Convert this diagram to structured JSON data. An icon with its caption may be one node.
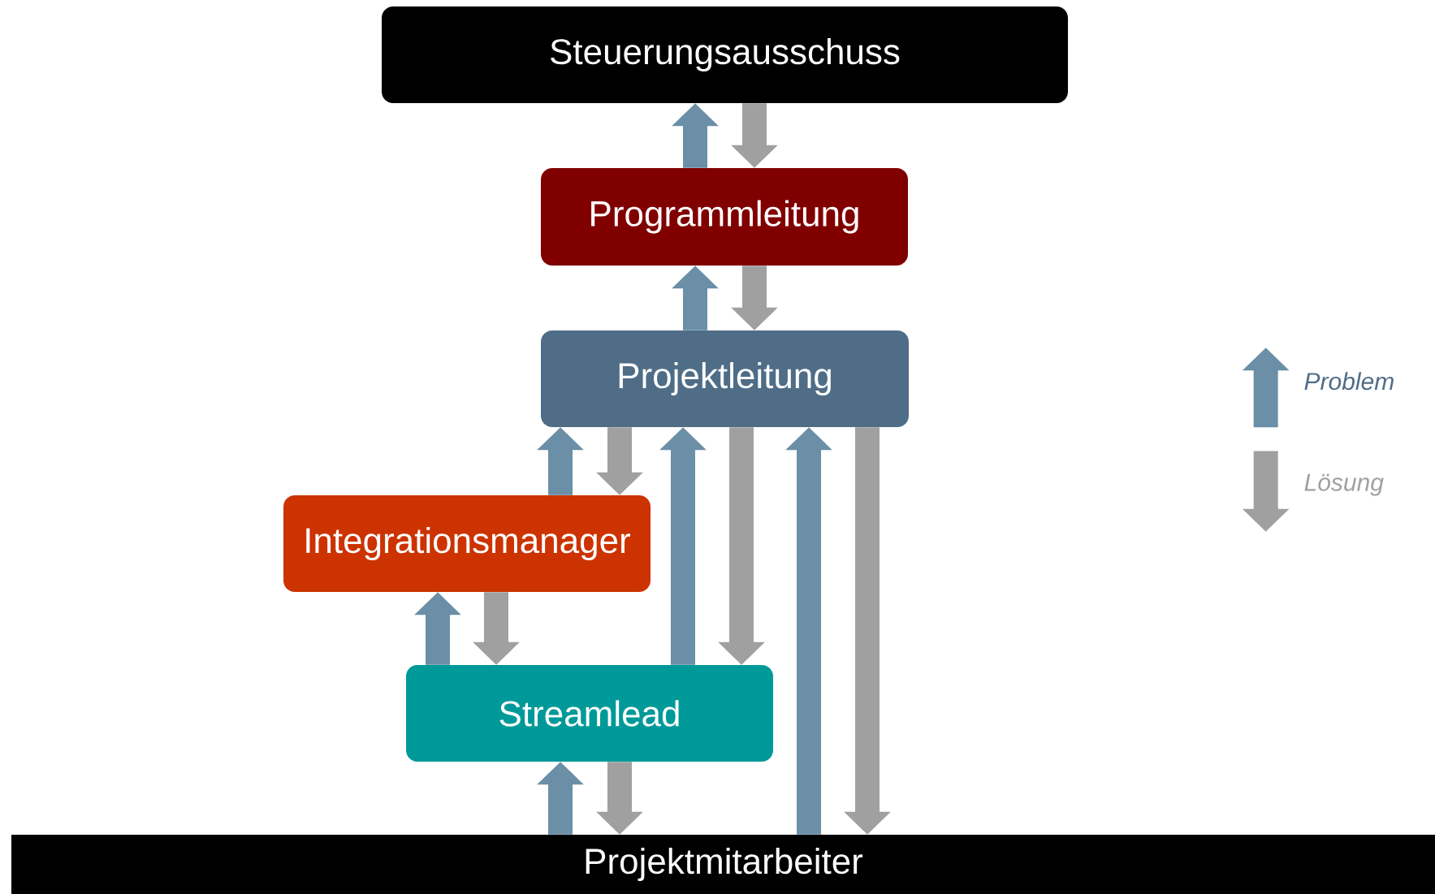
{
  "diagram": {
    "nodes": [
      {
        "text": [
          "Steuerungsausschuss"
        ]
      },
      {
        "text": [
          "Programmleitung"
        ]
      },
      {
        "text": [
          "Projektleitung"
        ]
      },
      {
        "text": [
          "Integrationsmanager"
        ]
      },
      {
        "text": [
          "Streamlead"
        ]
      },
      {
        "text": [
          "Projektmitarbeiter"
        ]
      }
    ],
    "edges": [
      {
        "from": 1,
        "to": 0,
        "arrow": "to",
        "color": "#6a8fa6"
      },
      {
        "from": 0,
        "to": 1,
        "arrow": "to",
        "color": "#a0a0a0"
      },
      {
        "from": 2,
        "to": 1,
        "arrow": "to",
        "color": "#6a8fa6"
      },
      {
        "from": 1,
        "to": 2,
        "arrow": "to",
        "color": "#a0a0a0"
      },
      {
        "from": 3,
        "to": 2,
        "arrow": "to",
        "color": "#6a8fa6"
      },
      {
        "from": 2,
        "to": 3,
        "arrow": "to",
        "color": "#a0a0a0"
      },
      {
        "from": 4,
        "to": 2,
        "arrow": "to",
        "color": "#6a8fa6"
      },
      {
        "from": 2,
        "to": 4,
        "arrow": "to",
        "color": "#a0a0a0"
      },
      {
        "from": 5,
        "to": 2,
        "arrow": "to",
        "color": "#6a8fa6"
      },
      {
        "from": 2,
        "to": 5,
        "arrow": "to",
        "color": "#a0a0a0"
      },
      {
        "from": 4,
        "to": 3,
        "arrow": "to",
        "color": "#6a8fa6"
      },
      {
        "from": 3,
        "to": 4,
        "arrow": "to",
        "color": "#a0a0a0"
      },
      {
        "from": 5,
        "to": 4,
        "arrow": "to",
        "color": "#6a8fa6"
      },
      {
        "from": 4,
        "to": 5,
        "arrow": "to",
        "color": "#a0a0a0"
      }
    ],
    "legend": [
      {
        "text": "Problem"
      },
      {
        "text": "Lösung"
      }
    ]
  }
}
